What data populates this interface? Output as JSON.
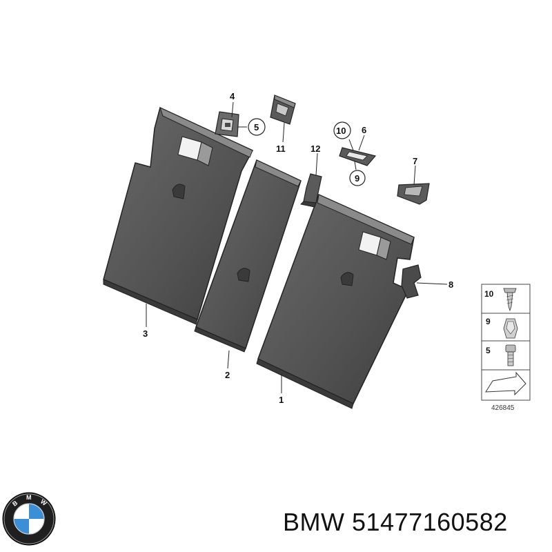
{
  "diagram": {
    "callouts": {
      "c1": "1",
      "c2": "2",
      "c3": "3",
      "c4": "4",
      "c5": "5",
      "c6": "6",
      "c7": "7",
      "c8": "8",
      "c9": "9",
      "c10": "10",
      "c11": "11",
      "c12": "12"
    },
    "legend": {
      "items": [
        "10",
        "9",
        "5"
      ],
      "reference_number": "426845"
    }
  },
  "caption": {
    "brand": "BMW",
    "part_number": "51477160582"
  },
  "logo": {
    "letters": "BMW",
    "colors": {
      "blue": "#3a8fd6",
      "white": "#ffffff",
      "ring": "#1a1a1a"
    }
  },
  "colors": {
    "part_fill": "#5a5a5a",
    "part_dark": "#3c3c3c",
    "part_light": "#8a8a8a",
    "line": "#222222"
  }
}
